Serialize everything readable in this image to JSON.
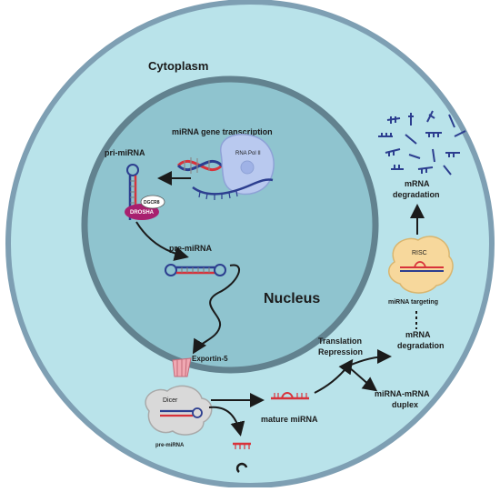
{
  "labels": {
    "cytoplasm": "Cytoplasm",
    "nucleus": "Nucleus",
    "mirna_gene_transcription": "miRNA gene transcription",
    "rna_pol_ii": "RNA Pol II",
    "pri_mirna": "pri-miRNA",
    "dgcr8": "DGCR8",
    "drosha": "DROSHA",
    "pre_mirna_nucleus": "pre-miRNA",
    "exportin_5": "Exportin-5",
    "dicer": "Dicer",
    "pre_mirna_cytoplasm": "pre-miRNA",
    "mature_mirna": "mature miRNA",
    "translation_repression_line1": "Translation",
    "translation_repression_line2": "Repression",
    "mrna_degradation_lower_line1": "mRNA",
    "mrna_degradation_lower_line2": "degradation",
    "mirna_mrna_duplex_line1": "miRNA-mRNA",
    "mirna_mrna_duplex_line2": "duplex",
    "risc": "RISC",
    "mirna_targeting": "miRNA targeting",
    "mrna_degradation_upper_line1": "mRNA",
    "mrna_degradation_upper_line2": "degradation"
  },
  "colors": {
    "outer_cell_fill": "#b9e3ea",
    "outer_cell_stroke": "#7e9fb3",
    "nucleus_fill": "#8fc4cf",
    "nucleus_stroke": "#62828f",
    "rna_blue": "#2c3e8f",
    "rna_red": "#d8323a",
    "drosha": "#a8206f",
    "polymerase": "#b9c9ef",
    "dicer": "#d9d9d9",
    "risc": "#f7d89c",
    "arrow": "#1b1b1b"
  },
  "icons": [
    "rna-polymerase-icon",
    "dna-helix-icon",
    "drosha-complex-icon",
    "exportin-5-icon",
    "dicer-icon",
    "risc-complex-icon",
    "mrna-fragments-icon"
  ]
}
